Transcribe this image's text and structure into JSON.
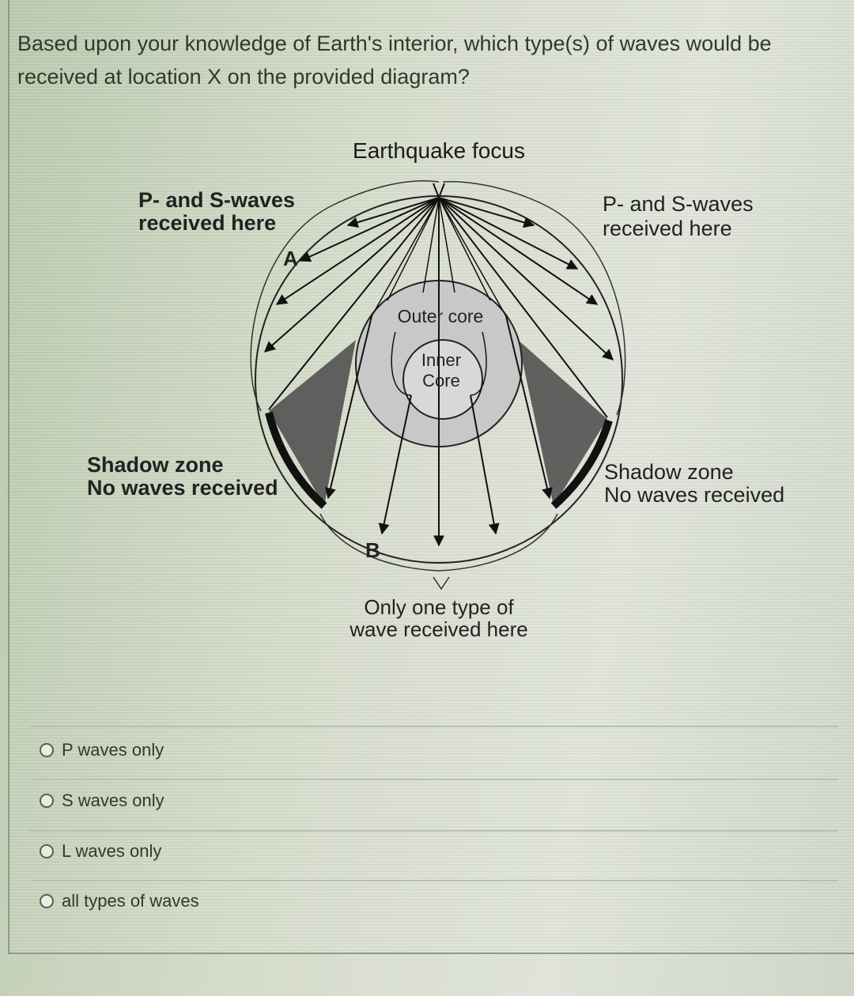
{
  "question": "Based upon your knowledge of Earth's interior, which type(s) of waves would be received at location X on the provided diagram?",
  "diagram": {
    "focus_label": "Earthquake focus",
    "left_received": [
      "P- and S-waves",
      "received here"
    ],
    "right_received": [
      "P- and S-waves",
      "received here"
    ],
    "left_shadow": [
      "Shadow zone",
      "No waves received"
    ],
    "right_shadow": [
      "Shadow zone",
      "No waves received"
    ],
    "outer_core": "Outer core",
    "inner_core": [
      "Inner",
      "Core"
    ],
    "bottom_label": [
      "Only one type of",
      "wave received here"
    ],
    "marker_a": "A",
    "marker_b": "B"
  },
  "options": [
    {
      "label": "P waves only",
      "selected": false
    },
    {
      "label": "S waves only",
      "selected": false
    },
    {
      "label": "L waves only",
      "selected": false
    },
    {
      "label": "all types of waves",
      "selected": false
    }
  ]
}
